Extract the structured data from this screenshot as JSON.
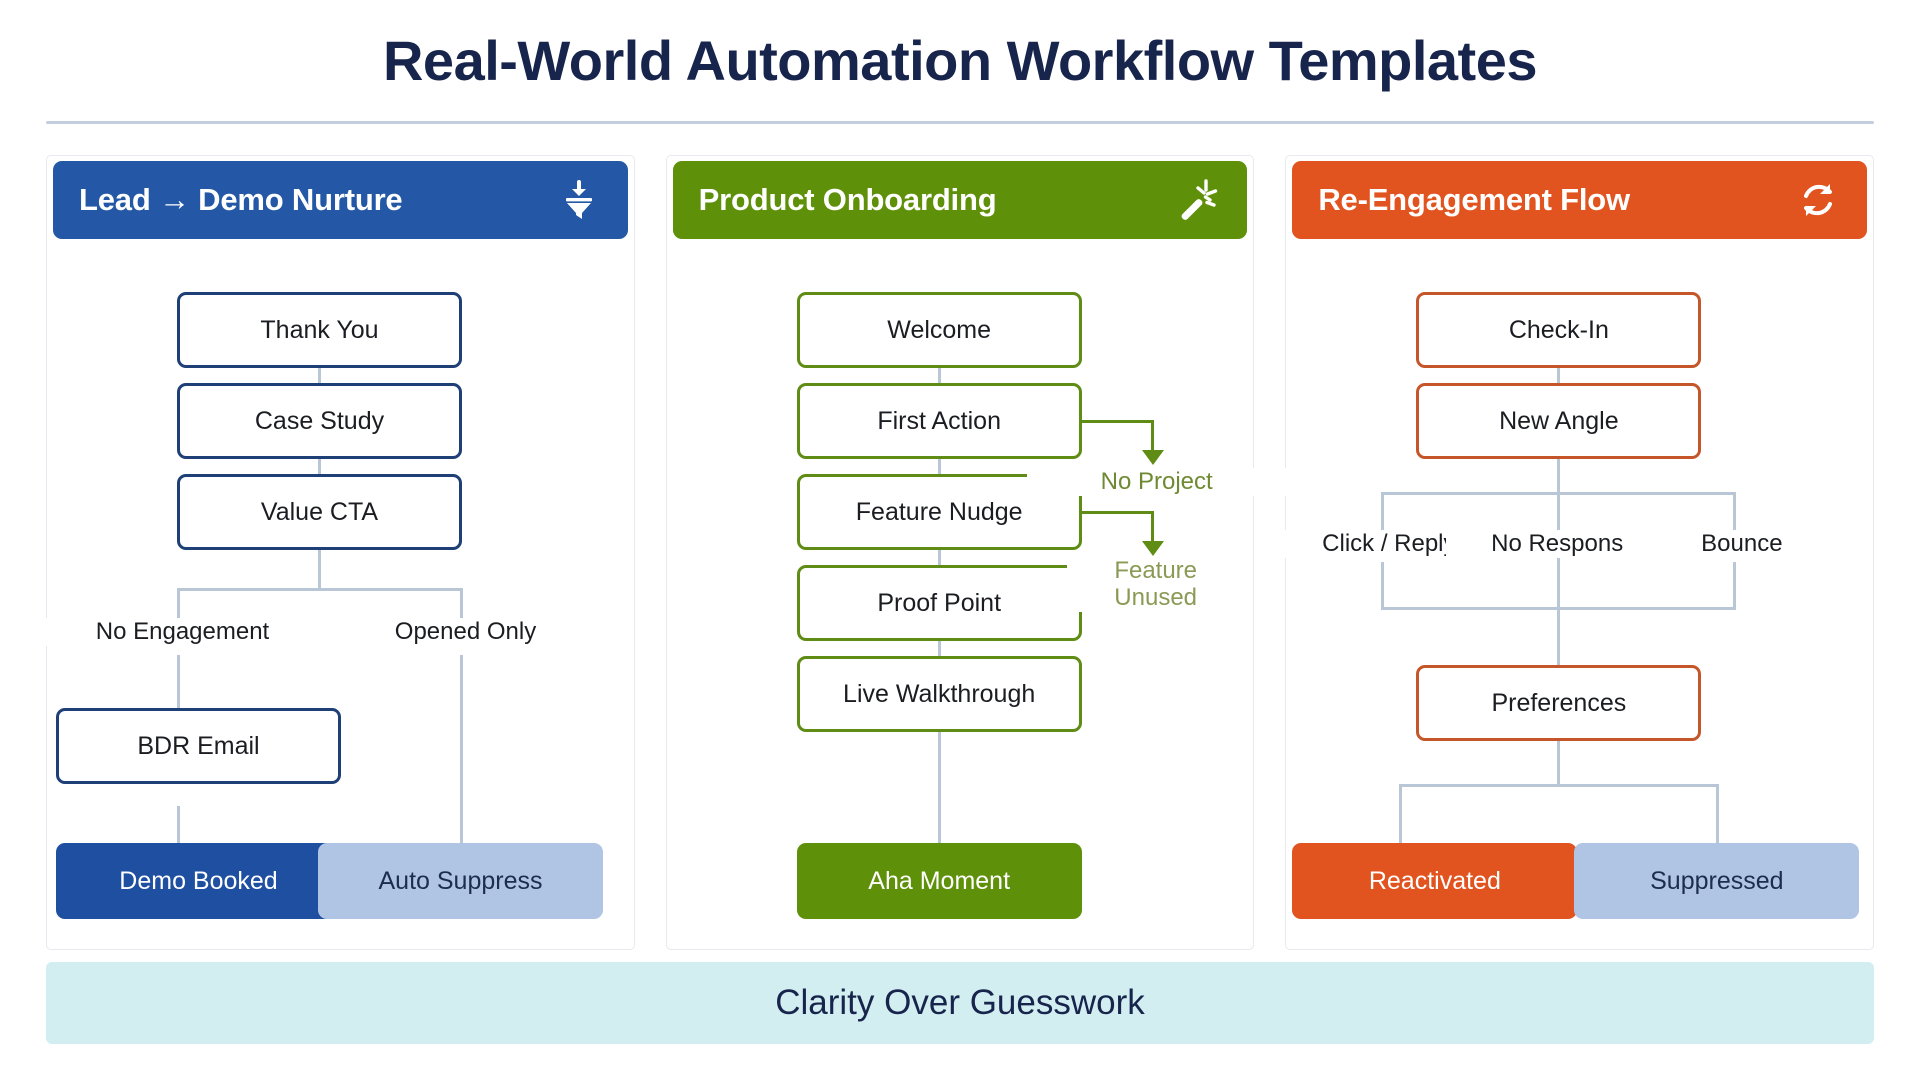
{
  "page": {
    "title": "Real-World Automation Workflow Templates",
    "footer_text": "Clarity Over Guesswork"
  },
  "colors": {
    "blue": "#2458a6",
    "blue_solid": "#1f4fa0",
    "blue_border": "#1f3f77",
    "green": "#5f9009",
    "green_border": "#5f8c14",
    "orange": "#e1541f",
    "orange_border": "#c5562a",
    "muted": "#b0c4e4",
    "connector": "#b9c6d6",
    "footer_bg": "#d3eef1",
    "title_text": "#17244b"
  },
  "cards": [
    {
      "id": "lead-demo-nurture",
      "title": "Lead → Demo Nurture",
      "icon": "funnel-icon",
      "nodes": [
        {
          "key": "thank_you",
          "label": "Thank You"
        },
        {
          "key": "case_study",
          "label": "Case Study"
        },
        {
          "key": "value_cta",
          "label": "Value CTA"
        },
        {
          "key": "bdr_email",
          "label": "BDR Email"
        },
        {
          "key": "demo_booked",
          "label": "Demo Booked"
        },
        {
          "key": "auto_suppress",
          "label": "Auto Suppress"
        }
      ],
      "branch_labels": [
        {
          "key": "no_engagement",
          "label": "No Engagement"
        },
        {
          "key": "opened_only",
          "label": "Opened Only"
        }
      ]
    },
    {
      "id": "product-onboarding",
      "title": "Product Onboarding",
      "icon": "magic-wand-icon",
      "nodes": [
        {
          "key": "welcome",
          "label": "Welcome"
        },
        {
          "key": "first_action",
          "label": "First Action"
        },
        {
          "key": "feature_nudge",
          "label": "Feature Nudge"
        },
        {
          "key": "proof_point",
          "label": "Proof Point"
        },
        {
          "key": "live_walkthrough",
          "label": "Live Walkthrough"
        },
        {
          "key": "aha_moment",
          "label": "Aha Moment"
        }
      ],
      "branch_labels": [
        {
          "key": "no_project",
          "label": "No Project"
        },
        {
          "key": "feature_unused",
          "label": "Feature\nUnused"
        }
      ]
    },
    {
      "id": "re-engagement-flow",
      "title": "Re-Engagement Flow",
      "icon": "refresh-icon",
      "nodes": [
        {
          "key": "check_in",
          "label": "Check-In"
        },
        {
          "key": "new_angle",
          "label": "New Angle"
        },
        {
          "key": "preferences",
          "label": "Preferences"
        },
        {
          "key": "reactivated",
          "label": "Reactivated"
        },
        {
          "key": "suppressed",
          "label": "Suppressed"
        }
      ],
      "branch_labels": [
        {
          "key": "click_reply",
          "label": "Click / Reply"
        },
        {
          "key": "no_response",
          "label": "No Response"
        },
        {
          "key": "bounce",
          "label": "Bounce"
        }
      ]
    }
  ]
}
